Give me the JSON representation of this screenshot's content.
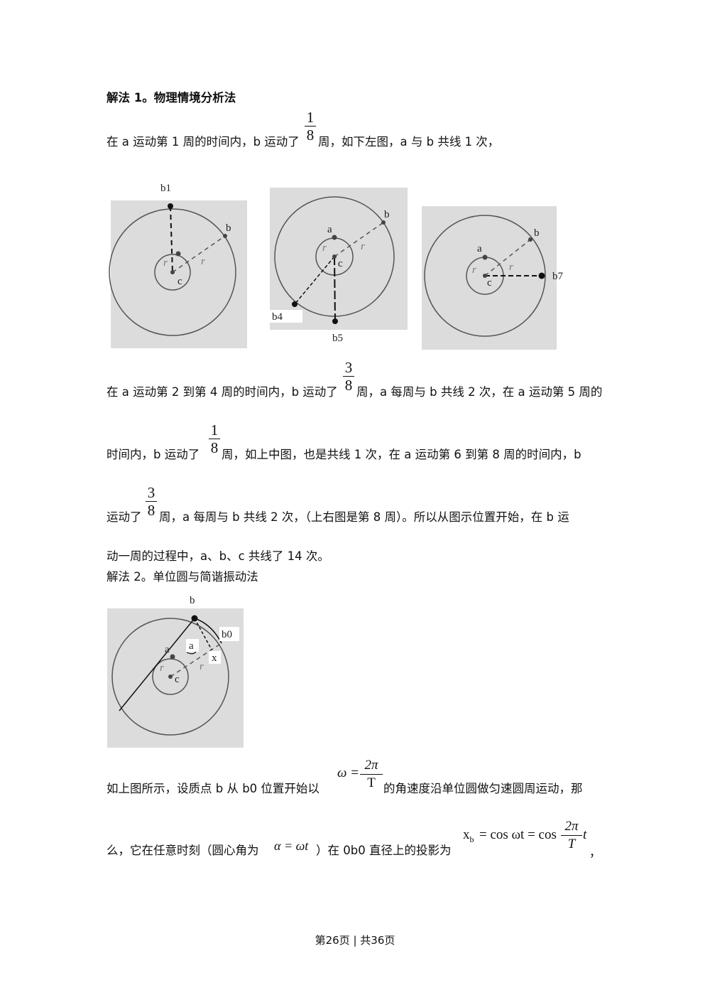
{
  "method1": {
    "title": "解法 1。物理情境分析法",
    "p1": "在 a 运动第 1 周的时间内，b 运动了",
    "p1_end": "周，如下左图，a 与 b 共线 1 次，",
    "p2a": "在 a 运动第 2 到第 4 周的时间内，b 运动了",
    "p2b": "周，a 每周与 b 共线 2 次，在 a 运动第 5 周的",
    "p3a": "时间内，b 运动了",
    "p3b": "周，如上中图，也是共线 1 次，在 a 运动第 6 到第 8 周的时间内，b",
    "p4a": "运动了",
    "p4b": "周，a 每周与 b 共线 2 次，（上右图是第 8 周）。所以从图示位置开始，在 b 运",
    "p5": "动一周的过程中，a、b、c 共线了 14 次。"
  },
  "fractions": {
    "f1": {
      "num": "1",
      "den": "8"
    },
    "f2": {
      "num": "3",
      "den": "8"
    },
    "f3": {
      "num": "1",
      "den": "8"
    },
    "f4": {
      "num": "3",
      "den": "8"
    }
  },
  "figures": {
    "left": {
      "b1": "b1",
      "b": "b",
      "ra": "r",
      "rb": "r",
      "c": "c"
    },
    "middle": {
      "a": "a",
      "b": "b",
      "ra": "r",
      "rb": "r",
      "c": "c",
      "b4": "b4",
      "b5": "b5"
    },
    "right": {
      "a": "a",
      "b": "b",
      "ra": "r",
      "rb": "r",
      "c": "c",
      "b7": "b7"
    },
    "unit": {
      "b": "b",
      "b0": "b0",
      "a": "a",
      "angle": "a",
      "x": "x",
      "ra": "r",
      "rb": "r",
      "c": "c"
    }
  },
  "method2": {
    "title": "解法 2。单位圆与简谐振动法",
    "p6a": "如上图所示，设质点 b 从 b0 位置开始以",
    "p6b": "的角速度沿单位圆做匀速圆周运动，那",
    "p7a": "么，它在任意时刻（圆心角为",
    "p7b": "）在 0b0 直径上的投影为",
    "p7c": "，"
  },
  "math": {
    "omega": "ω =",
    "two_pi": "2π",
    "T": "T",
    "alpha_eq": "α = ωt",
    "xb_pre": "x",
    "xb_sub": "b",
    "xb_mid": "= cos ωt = cos",
    "t": "t"
  },
  "footer": {
    "text": "第26页 | 共36页"
  }
}
